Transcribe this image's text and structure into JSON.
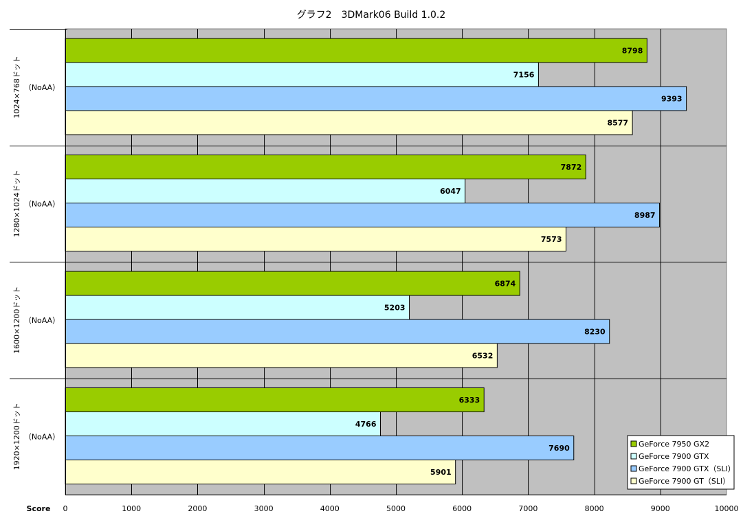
{
  "chart_data": {
    "type": "bar",
    "orientation": "horizontal",
    "title": "グラフ2　3DMark06 Build 1.0.2",
    "xlabel": "Score",
    "xlim": [
      0,
      10000
    ],
    "xticks": [
      0,
      1000,
      2000,
      3000,
      4000,
      5000,
      6000,
      7000,
      8000,
      9000,
      10000
    ],
    "grid": true,
    "legend_position": "bottom-right",
    "categories": [
      {
        "line1": "1024×768ドット",
        "line2": "（NoAA）"
      },
      {
        "line1": "1280×1024ドット",
        "line2": "（NoAA）"
      },
      {
        "line1": "1600×1200ドット",
        "line2": "（NoAA）"
      },
      {
        "line1": "1920×1200ドット",
        "line2": "（NoAA）"
      }
    ],
    "series": [
      {
        "name": "GeForce 7950 GX2",
        "color": "#99cc00",
        "values": [
          8798,
          7872,
          6874,
          6333
        ]
      },
      {
        "name": "GeForce 7900 GTX",
        "color": "#ccffff",
        "values": [
          7156,
          6047,
          5203,
          4766
        ]
      },
      {
        "name": "GeForce 7900 GTX（SLI）",
        "color": "#99ccff",
        "values": [
          9393,
          8987,
          8230,
          7690
        ]
      },
      {
        "name": "GeForce 7900 GT（SLI）",
        "color": "#ffffcc",
        "values": [
          8577,
          7573,
          6532,
          5901
        ]
      }
    ],
    "plot_background": "#c0c0c0"
  }
}
